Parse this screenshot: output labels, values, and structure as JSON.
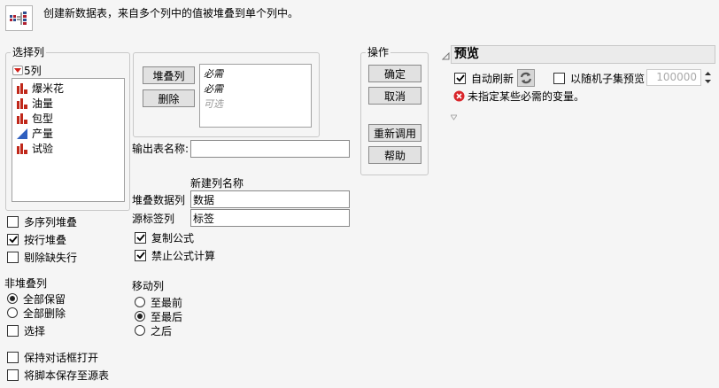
{
  "header": {
    "description": "创建新数据表，来自多个列中的值被堆叠到单个列中。",
    "icon": "stack-table-icon"
  },
  "select_columns": {
    "title": "选择列",
    "count_label": "5列",
    "items": [
      {
        "label": "爆米花",
        "type": "nominal"
      },
      {
        "label": "油量",
        "type": "nominal"
      },
      {
        "label": "包型",
        "type": "nominal"
      },
      {
        "label": "产量",
        "type": "continuous"
      },
      {
        "label": "试验",
        "type": "nominal"
      }
    ]
  },
  "stack_roles": {
    "stack_button": "堆叠列",
    "remove_button": "删除",
    "slots": [
      "必需",
      "必需",
      "可选"
    ]
  },
  "output_table": {
    "label": "输出表名称:",
    "value": ""
  },
  "new_columns": {
    "title": "新建列名称",
    "stacked_data_label": "堆叠数据列",
    "stacked_data_value": "数据",
    "source_label_label": "源标签列",
    "source_label_value": "标签"
  },
  "options": {
    "copy_formula": {
      "label": "复制公式",
      "checked": true
    },
    "suppress_formula": {
      "label": "禁止公式计算",
      "checked": true
    },
    "multi_series": {
      "label": "多序列堆叠",
      "checked": false
    },
    "stack_by_row": {
      "label": "按行堆叠",
      "checked": true
    },
    "drop_missing": {
      "label": "剔除缺失行",
      "checked": false
    }
  },
  "non_stacked": {
    "title": "非堆叠列",
    "keep_all": {
      "label": "全部保留",
      "selected": true
    },
    "drop_all": {
      "label": "全部删除",
      "selected": false
    },
    "select": {
      "label": "选择",
      "checked": false
    }
  },
  "move_columns": {
    "title": "移动列",
    "first": {
      "label": "至最前",
      "selected": false
    },
    "last": {
      "label": "至最后",
      "selected": true
    },
    "after": {
      "label": "之后",
      "selected": false
    }
  },
  "footer": {
    "keep_open": {
      "label": "保持对话框打开",
      "checked": false
    },
    "save_script": {
      "label": "将脚本保存至源表",
      "checked": false
    }
  },
  "actions": {
    "title": "操作",
    "ok": "确定",
    "cancel": "取消",
    "recall": "重新调用",
    "help": "帮助"
  },
  "preview": {
    "title": "预览",
    "auto_refresh": {
      "label": "自动刷新",
      "checked": true
    },
    "random_subset": {
      "label": "以随机子集预览",
      "checked": false
    },
    "subset_size": "100000",
    "error_message": "未指定某些必需的变量。"
  },
  "colors": {
    "nominal_icon": "#c0281b",
    "continuous_icon": "#2f5fbf",
    "error_icon": "#d9262b"
  }
}
